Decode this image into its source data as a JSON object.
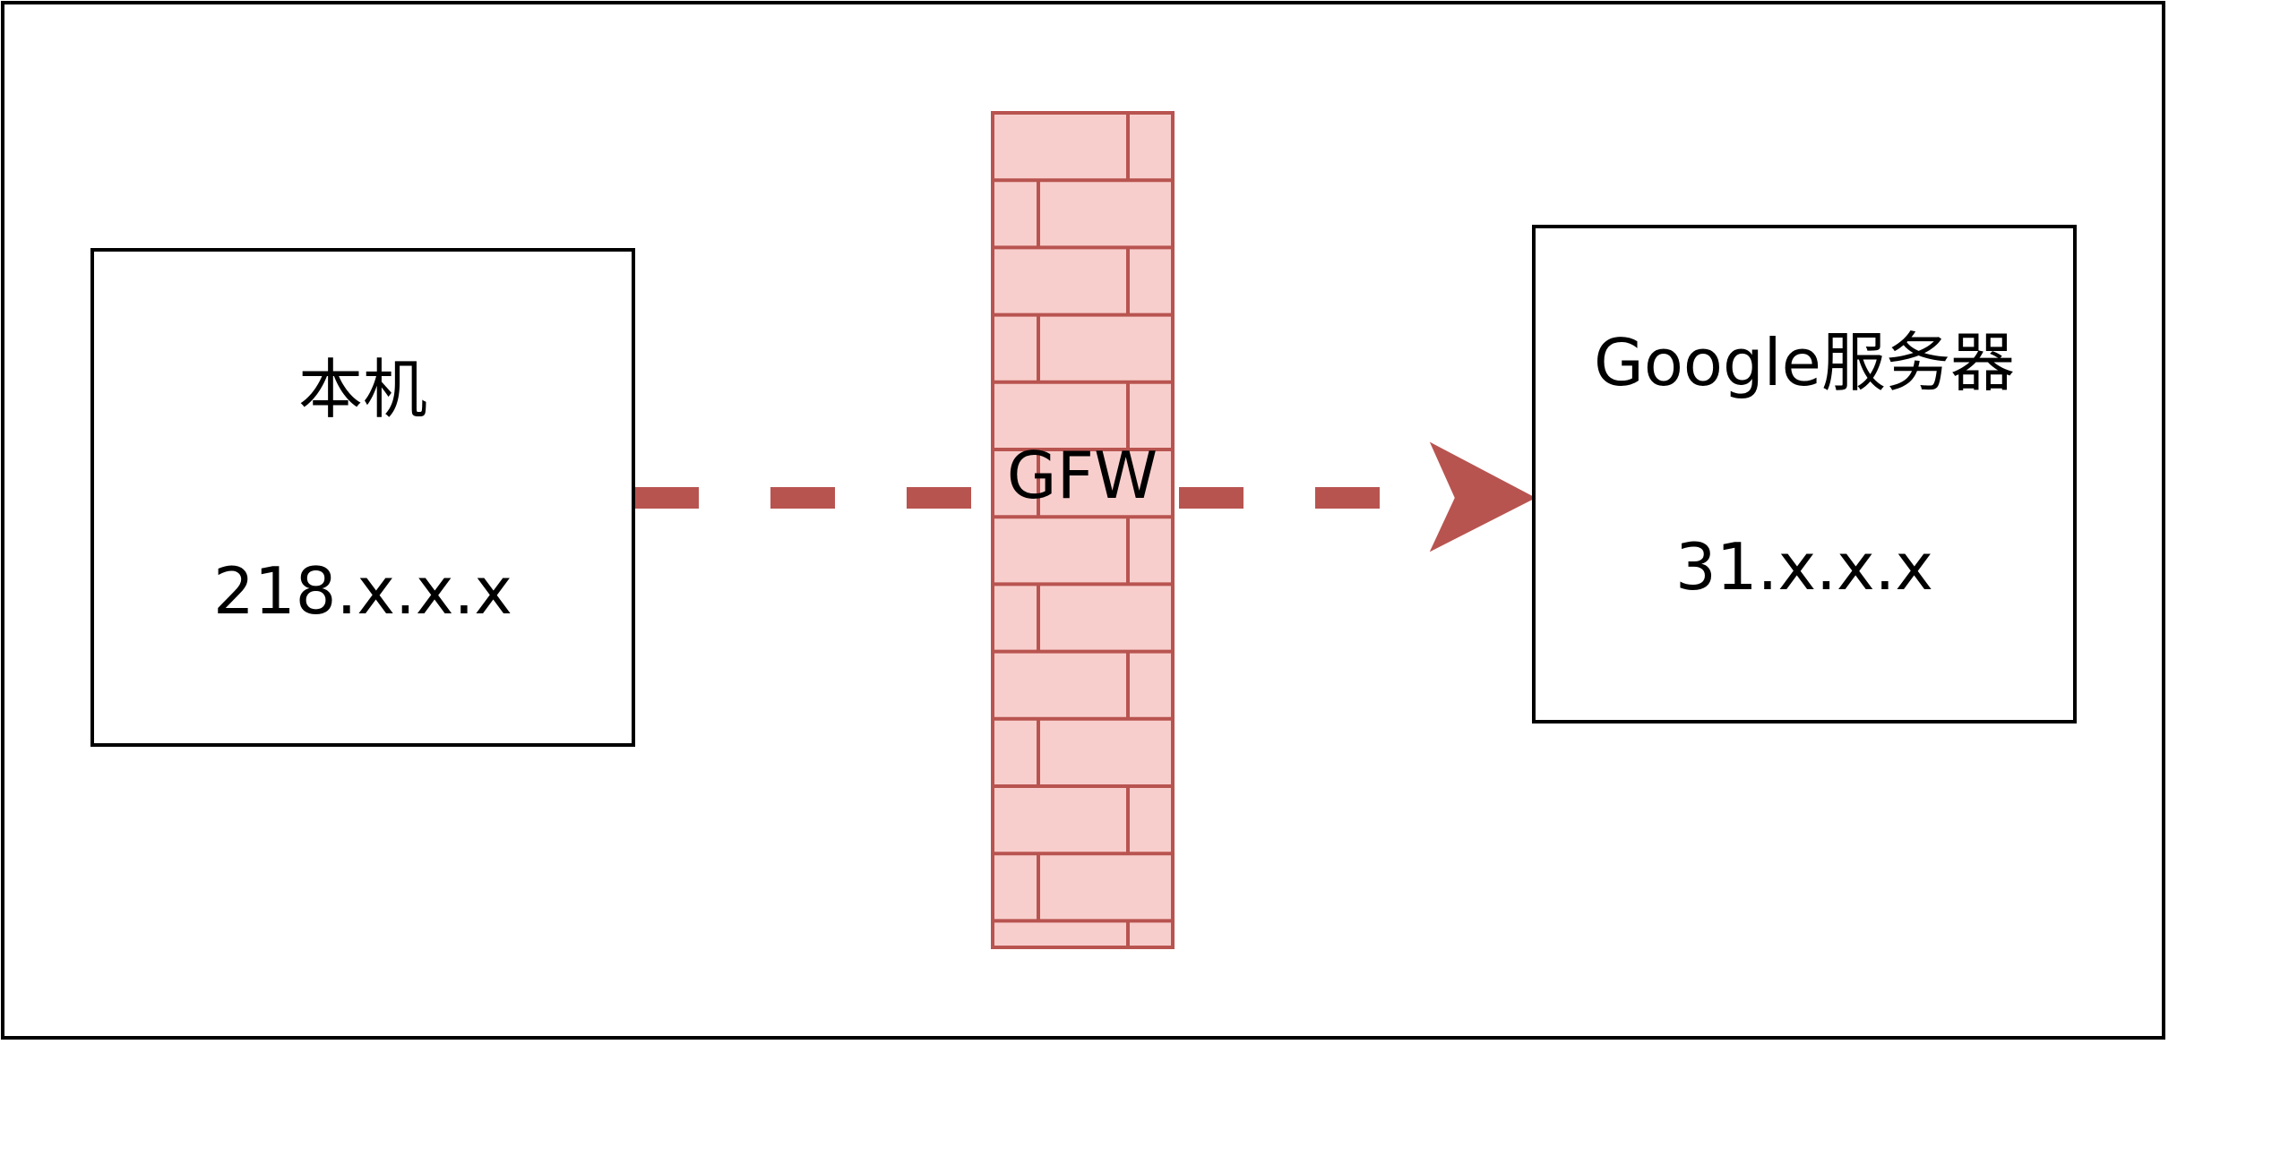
{
  "diagram": {
    "source_node": {
      "title": "本机",
      "address": "218.x.x.x"
    },
    "firewall": {
      "label": "GFW"
    },
    "target_node": {
      "title": "Google服务器",
      "address": "31.x.x.x"
    },
    "connection": {
      "style": "dashed",
      "direction": "source-to-target"
    },
    "colors": {
      "firewall_fill": "#f8cecc",
      "firewall_stroke": "#b85450",
      "connection": "#b85450",
      "box_stroke": "#000000"
    }
  }
}
